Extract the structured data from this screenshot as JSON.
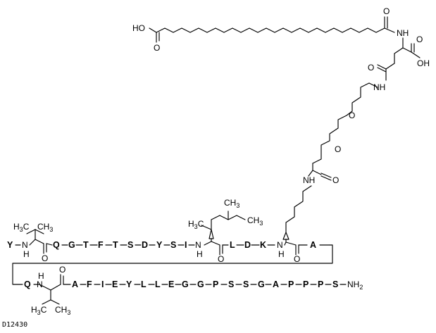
{
  "structure_code": "D12430",
  "atoms": {
    "oh": "HO",
    "oh_right": "OH",
    "o": "O",
    "nh": "NH",
    "n": "N",
    "h": "H",
    "ch3": "CH",
    "h3c": "H",
    "three": "3",
    "c": "C",
    "nh2": "NH",
    "two": "2"
  },
  "chain1": [
    "Y",
    "Q",
    "G",
    "T",
    "F",
    "T",
    "S",
    "D",
    "Y",
    "S",
    "I",
    "L",
    "D",
    "K",
    "A"
  ],
  "chain2": [
    "Q",
    "A",
    "F",
    "I",
    "E",
    "Y",
    "L",
    "L",
    "E",
    "G",
    "G",
    "P",
    "S",
    "S",
    "G",
    "A",
    "P",
    "P",
    "P",
    "S"
  ]
}
